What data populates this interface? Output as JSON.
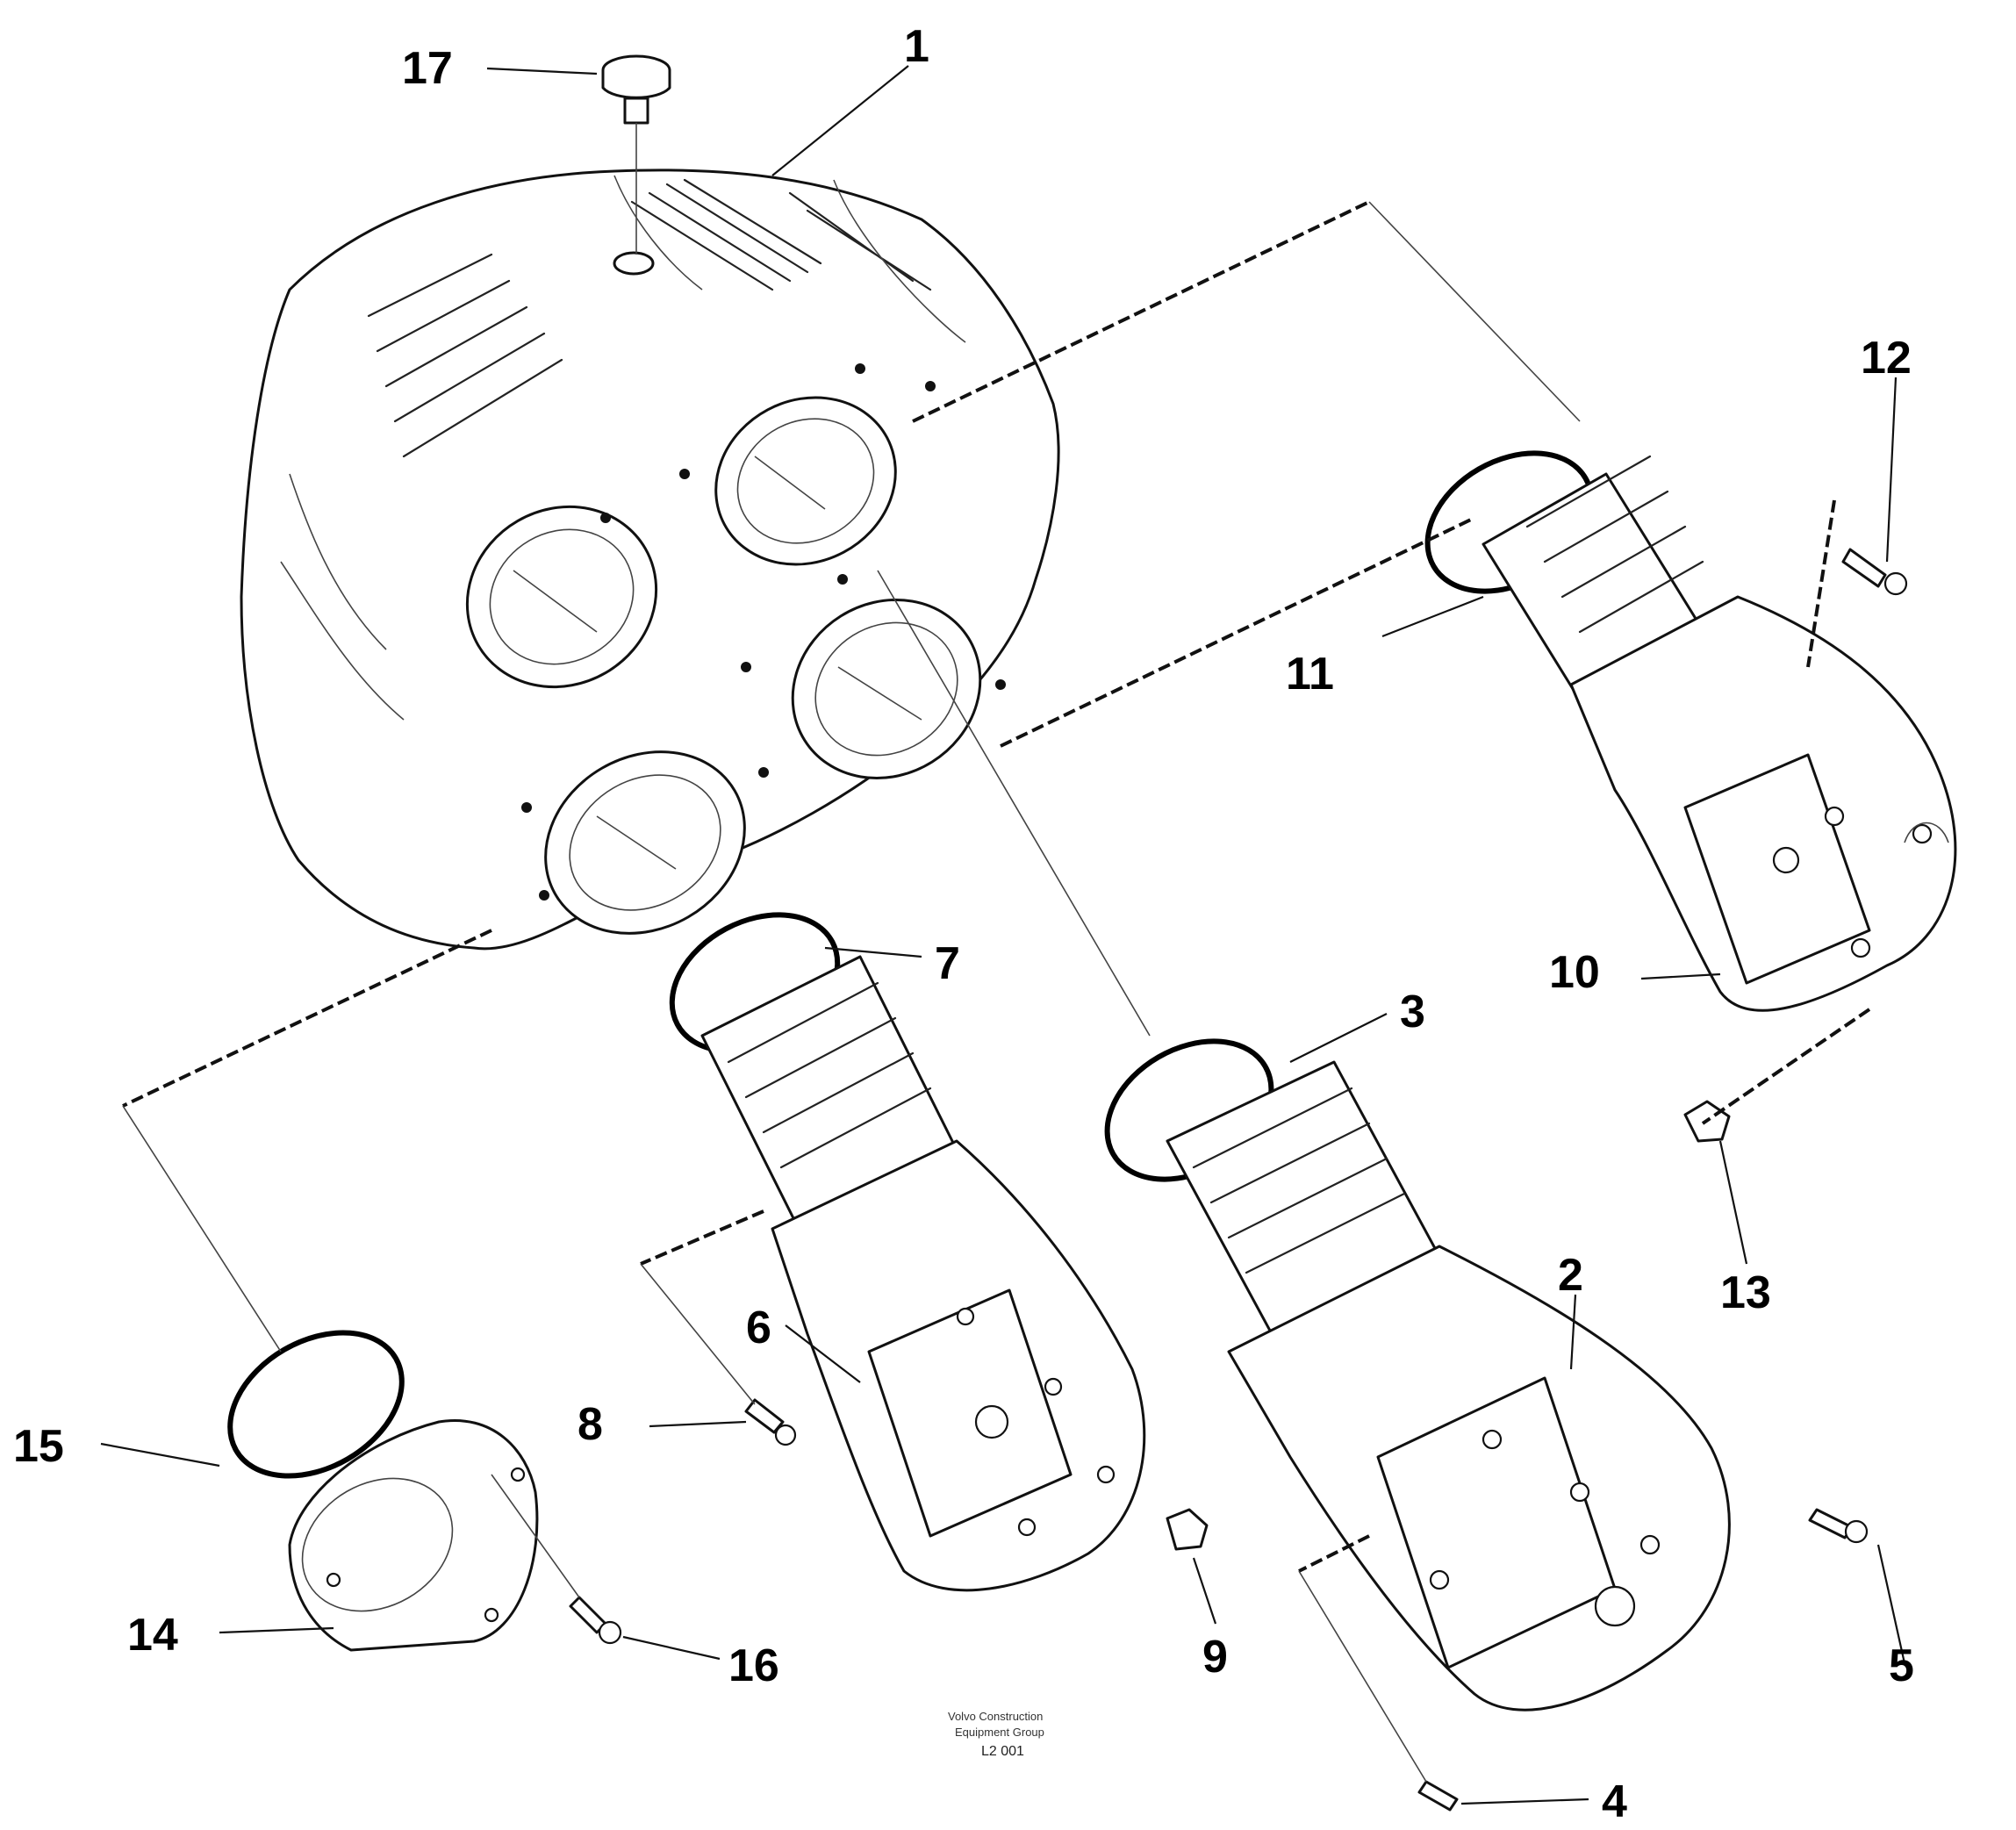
{
  "callouts": [
    {
      "id": "17",
      "label": "17"
    },
    {
      "id": "1",
      "label": "1"
    },
    {
      "id": "12",
      "label": "12"
    },
    {
      "id": "11",
      "label": "11"
    },
    {
      "id": "10",
      "label": "10"
    },
    {
      "id": "7",
      "label": "7"
    },
    {
      "id": "3",
      "label": "3"
    },
    {
      "id": "13",
      "label": "13"
    },
    {
      "id": "2",
      "label": "2"
    },
    {
      "id": "6",
      "label": "6"
    },
    {
      "id": "8",
      "label": "8"
    },
    {
      "id": "15",
      "label": "15"
    },
    {
      "id": "9",
      "label": "9"
    },
    {
      "id": "5",
      "label": "5"
    },
    {
      "id": "14",
      "label": "14"
    },
    {
      "id": "16",
      "label": "16"
    },
    {
      "id": "4",
      "label": "4"
    }
  ],
  "caption": {
    "line1": "Volvo Construction",
    "line2": "Equipment Group",
    "ref": "L2 001"
  }
}
